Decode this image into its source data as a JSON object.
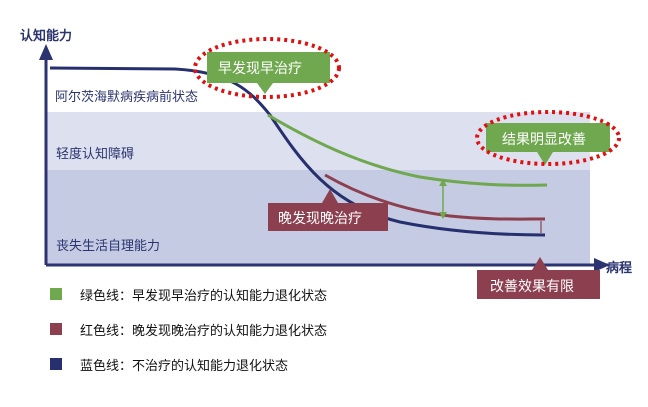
{
  "y_axis_label": "认知能力",
  "x_axis_label": "病程",
  "bands": [
    "阿尔茨海默病疾病前状态",
    "轻度认知障碍",
    "丧失生活自理能力"
  ],
  "callouts": {
    "early": "早发现早治疗",
    "late": "晚发现晚治疗",
    "early_result": "结果明显改善",
    "late_result": "改善效果有限"
  },
  "legend": [
    {
      "label": "绿色线：早发现早治疗的认知能力退化状态",
      "color": "#6fa84f"
    },
    {
      "label": "红色线：晚发现晚治疗的认知能力退化状态",
      "color": "#8c3f4f"
    },
    {
      "label": "蓝色线：不治疗的认知能力退化状态",
      "color": "#27306e"
    }
  ],
  "colors": {
    "green": "#6fa84f",
    "red": "#8c3f4f",
    "blue": "#27306e",
    "highlight": "#e01010"
  }
}
